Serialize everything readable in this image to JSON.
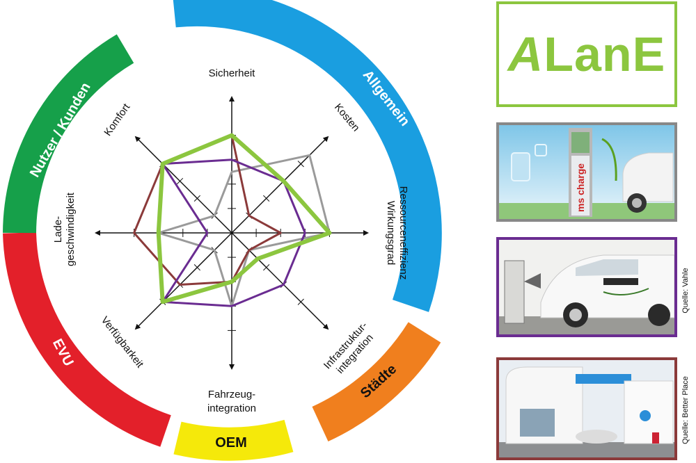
{
  "logo": {
    "first": "A",
    "rest": "LanE"
  },
  "sectors": {
    "allgemein": "Allgemein",
    "staedte": "Städte",
    "oem": "OEM",
    "evu": "EVU",
    "nutzer": "Nutzer / Kunden"
  },
  "colors": {
    "allgemein": "#1a9ee0",
    "staedte": "#f07f1e",
    "oem": "#f5e90a",
    "evu": "#e3202a",
    "nutzer": "#16a04a",
    "alane": "#8cc63f",
    "gray": "#9a9a9a",
    "purple": "#6a2c91",
    "darkred": "#8b3a3a"
  },
  "chart_data": {
    "type": "radar",
    "axes": [
      "Sicherheit",
      "Kosten",
      "Ressourceneffizienz Wirkungsgrad",
      "Infrastruktur-integration",
      "Fahrzeug-integration",
      "Verfügbarkeit",
      "Lade-geschwindigkeit",
      "Komfort"
    ],
    "axis_labels": {
      "sicherheit": "Sicherheit",
      "kosten": "Kosten",
      "ressource_1": "Ressourceneffizienz",
      "ressource_2": "Wirkungsgrad",
      "infra_1": "Infrastruktur-",
      "infra_2": "integration",
      "fahrzeug_1": "Fahrzeug-",
      "fahrzeug_2": "integration",
      "verfuegbarkeit": "Verfügbarkeit",
      "lade_1": "Lade-",
      "lade_2": "geschwindigkeit",
      "komfort": "Komfort"
    },
    "scale": [
      0,
      5
    ],
    "series": [
      {
        "color": "#9a9a9a",
        "values": [
          2.5,
          4.5,
          4.0,
          1.0,
          3.0,
          1.0,
          3.0,
          1.0
        ]
      },
      {
        "color": "#8b3a3a",
        "values": [
          4.0,
          1.0,
          2.0,
          1.0,
          2.0,
          3.0,
          4.0,
          4.0
        ]
      },
      {
        "color": "#6a2c91",
        "values": [
          3.0,
          3.0,
          3.0,
          3.0,
          3.0,
          4.0,
          1.0,
          4.0
        ]
      },
      {
        "color": "#8cc63f",
        "values": [
          4.0,
          3.0,
          4.0,
          1.5,
          2.0,
          4.0,
          3.0,
          4.0
        ]
      }
    ]
  },
  "photos": {
    "p1_sign": "ms charge"
  },
  "credits": {
    "vahle": "Quelle: Vahle",
    "betterplace": "Quelle: Better Place"
  }
}
